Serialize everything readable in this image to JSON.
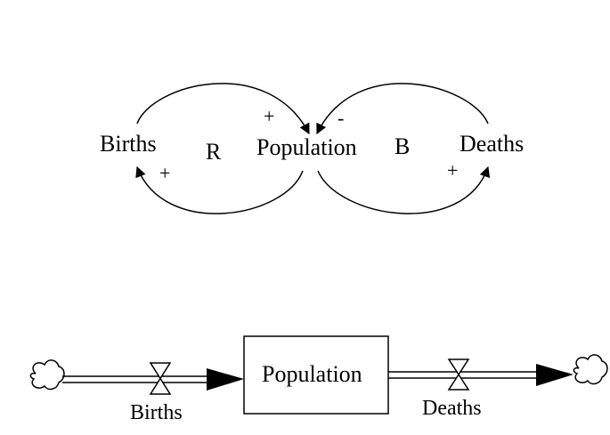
{
  "causal_loop": {
    "variables": {
      "births": "Births",
      "population": "Population",
      "deaths": "Deaths"
    },
    "loops": {
      "reinforcing": "R",
      "balancing": "B"
    },
    "polarities": {
      "births_to_population": "+",
      "population_to_births": "+",
      "deaths_to_population": "-",
      "population_to_deaths": "+"
    }
  },
  "stock_flow": {
    "stock": "Population",
    "inflow": "Births",
    "outflow": "Deaths",
    "source_icon": "cloud-icon",
    "sink_icon": "cloud-icon"
  }
}
